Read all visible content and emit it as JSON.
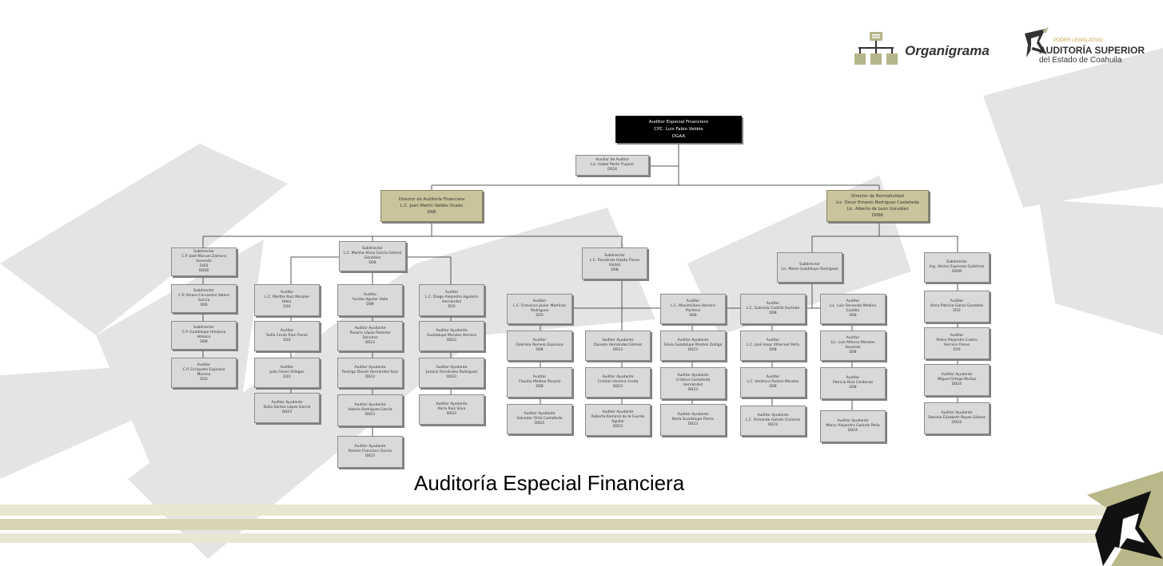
{
  "header": {
    "organigrama_label": "Organigrama",
    "poder_label": "PODER LEGISLATIVO",
    "auditoria_label": "AUDITORÍA SUPERIOR",
    "estado_label": "del Estado de Coahuila"
  },
  "footer_title": "Auditoría Especial Financiera",
  "colors": {
    "olive": "#c9c49b",
    "gray_box": "#d9d9d9",
    "stripe": "#d8d5b4",
    "watermark": "#e3e3e3",
    "star_green": "#b5b58a",
    "dark": "#000000"
  },
  "icons": [
    "org-chart-icon",
    "star-logo-icon"
  ],
  "nodes": {
    "head": [
      "Auditor Especial Financiero",
      "CPC. Luis Fabio Valdés",
      "DGAA"
    ],
    "aux": [
      "Auxiliar de Auditor",
      "Lic. Isabel Peréz Trujano",
      "D024"
    ],
    "dir_af": [
      "Director de Auditoría Financiera",
      "L.C. Juan Martín Valdés Ovado",
      "DAB"
    ],
    "dir_norm": [
      "Director de Normatividad",
      "Lic. Oscar Ernesto Rodríguez Castañeda",
      "Lic. Alberto de León González",
      "D066"
    ],
    "sub1": [
      "Subdirector",
      "C.P. José Manuel Zamora Acevedo",
      "Fa03",
      "D008"
    ],
    "sub2": [
      "Subdirector",
      "L.C. Martha Alicia García Gómez",
      "González",
      "D08"
    ],
    "sub3": [
      "Subdirector",
      "L.C. Rosalinda Hijada Flores",
      "Valdéz",
      "D08"
    ],
    "sub4": [
      "Subdirector",
      "Lic. María Guadalupe Rodríguez"
    ],
    "sub5": [
      "Subdirector",
      "Ing. Héctor Espinoza Gutiérrez",
      "D008"
    ],
    "a1": [
      "Subdirector",
      "C.P. Alvaro Cervantes Valero",
      "García",
      "D06"
    ],
    "a2": [
      "Subdirector",
      "C.P. Guadalupe Hinojosa",
      "Velazco",
      "D08"
    ],
    "a3": [
      "Auditor",
      "C.P. Enriqueta Espinosa",
      "Moreno",
      "D10"
    ],
    "b1": [
      "Auditor",
      "L.C. Martha Ruiz Morales",
      "Hdez.",
      "D10"
    ],
    "b2": [
      "Auditor",
      "Sofía Cerda Ríos Flores",
      "D10"
    ],
    "b3": [
      "Auditor",
      "Julio Flores Villegas",
      "D10"
    ],
    "b4": [
      "Auditor Ayudante",
      "Dalia Santos López García",
      "D023"
    ],
    "c1": [
      "Auditor",
      "Yuridia Aguilar Valle",
      "D08"
    ],
    "c2": [
      "Auditor Ayudante",
      "Rosario López Ramírez",
      "Sánchez",
      "D023"
    ],
    "c3": [
      "Auditor Ayudante",
      "Rodrigo Daniel Hernández Ruiz",
      "D023"
    ],
    "c4": [
      "Auditor Ayudante",
      "Valeria Rodríguez García",
      "D023"
    ],
    "c5": [
      "Auditor Ayudante",
      "Ramón Francisco García",
      "D023"
    ],
    "d1": [
      "Auditor",
      "L.C. Diego Alejandro Aguilera",
      "Hernández",
      "D10"
    ],
    "d2": [
      "Auditor Ayudante",
      "Guadalupe Morales Herrera",
      "D023"
    ],
    "d3": [
      "Auditor Ayudante",
      "Jessica Fernández Rodríguez",
      "D023"
    ],
    "d4": [
      "Auditor Ayudante",
      "Karla Ruiz Silva",
      "D023"
    ],
    "e1": [
      "Auditor",
      "L.C. Francisco Javier Martínez",
      "Rodríguez",
      "D10"
    ],
    "e2": [
      "Auditor",
      "Gabriela Romero Espinosa",
      "D08"
    ],
    "e3": [
      "Auditor",
      "Claudia Medina Álvarez",
      "D08"
    ],
    "e4": [
      "Auditor Ayudante",
      "Salvador Ortiz Castañeda",
      "D024"
    ],
    "f1": [
      "Auditor Ayudante",
      "Daniela Hernández Gómez",
      "D023"
    ],
    "f2": [
      "Auditor Ayudante",
      "Cristian Herrera Cerda",
      "D023"
    ],
    "f3": [
      "Auditor Ayudante",
      "Roberto Ramírez de la Fuente",
      "Aguilar",
      "D023"
    ],
    "g1": [
      "Auditor",
      "L.C. Maximiliano Herrera Pacheco",
      "D08"
    ],
    "g2": [
      "Auditor Ayudante",
      "Silvia Guadalupe Montes Zúñiga",
      "D023"
    ],
    "g3": [
      "Auditor Ayudante",
      "Cristina Castañeda",
      "Hernández",
      "D023"
    ],
    "g4": [
      "Auditor Ayudante",
      "Karla Guadalupe Flores",
      "D023"
    ],
    "h1": [
      "Auditor",
      "L.C. Gabriela Castillo Hurtado",
      "D08"
    ],
    "h2": [
      "Auditor",
      "L.C. José Isaac Villarreal Peña",
      "D08"
    ],
    "h3": [
      "Auditor",
      "L.C. Verónica Ramos Morales",
      "D08"
    ],
    "h4": [
      "Auditor Ayudante",
      "L.C. Fernando Galván Cisneros",
      "D023"
    ],
    "i1": [
      "Auditor",
      "Lic. Luis Fernando Medina",
      "Castillo",
      "D08"
    ],
    "i2": [
      "Auditor",
      "Lic. Luis Alfonso Morales Saucedo",
      "D08"
    ],
    "i3": [
      "Auditor",
      "Patricia Ruiz Cárdenas",
      "D08"
    ],
    "i4": [
      "Auditor Ayudante",
      "Marco Alejandro Galindo Peña",
      "D024"
    ],
    "j1": [
      "Auditor",
      "Alma Patricia Garza González",
      "D10"
    ],
    "j2": [
      "Auditor",
      "Pedro Alejandro Castro",
      "Herrera Flores",
      "D10"
    ],
    "j3": [
      "Auditor Ayudante",
      "Miguel Ortega Muñoz",
      "D024"
    ],
    "j4": [
      "Auditor Ayudante",
      "Daniela Elizabeth Reyes Gómez",
      "D024"
    ]
  }
}
